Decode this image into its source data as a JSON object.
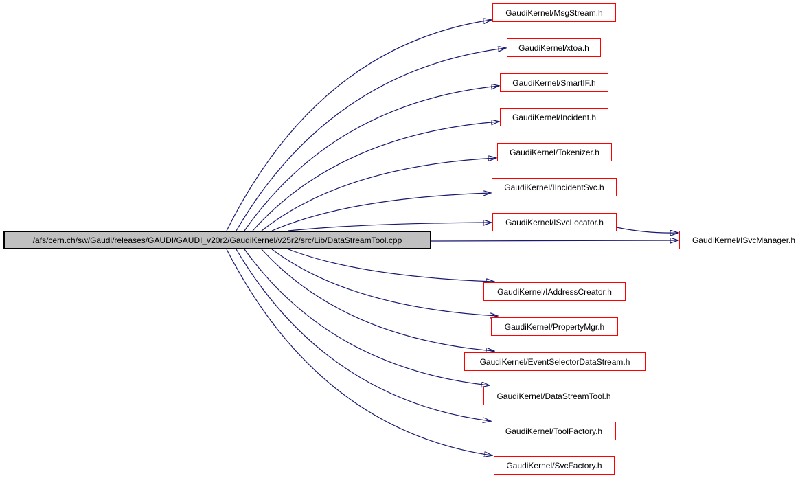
{
  "diagram": {
    "nodes": {
      "main": {
        "label": "/afs/cern.ch/sw/Gaudi/releases/GAUDI/GAUDI_v20r2/GaudiKernel/v25r2/src/Lib/DataStreamTool.cpp"
      },
      "msgstream": {
        "label": "GaudiKernel/MsgStream.h"
      },
      "xtoa": {
        "label": "GaudiKernel/xtoa.h"
      },
      "smartif": {
        "label": "GaudiKernel/SmartIF.h"
      },
      "incident": {
        "label": "GaudiKernel/Incident.h"
      },
      "tokenizer": {
        "label": "GaudiKernel/Tokenizer.h"
      },
      "iincidentsvc": {
        "label": "GaudiKernel/IIncidentSvc.h"
      },
      "isvclocator": {
        "label": "GaudiKernel/ISvcLocator.h"
      },
      "isvcmanager": {
        "label": "GaudiKernel/ISvcManager.h"
      },
      "iaddresscreator": {
        "label": "GaudiKernel/IAddressCreator.h"
      },
      "propertymgr": {
        "label": "GaudiKernel/PropertyMgr.h"
      },
      "eventselector": {
        "label": "GaudiKernel/EventSelectorDataStream.h"
      },
      "datastreamtool": {
        "label": "GaudiKernel/DataStreamTool.h"
      },
      "toolfactory": {
        "label": "GaudiKernel/ToolFactory.h"
      },
      "svcfactory": {
        "label": "GaudiKernel/SvcFactory.h"
      }
    },
    "edges": [
      {
        "from": "main",
        "to": "msgstream"
      },
      {
        "from": "main",
        "to": "xtoa"
      },
      {
        "from": "main",
        "to": "smartif"
      },
      {
        "from": "main",
        "to": "incident"
      },
      {
        "from": "main",
        "to": "tokenizer"
      },
      {
        "from": "main",
        "to": "iincidentsvc"
      },
      {
        "from": "main",
        "to": "isvclocator"
      },
      {
        "from": "main",
        "to": "isvcmanager"
      },
      {
        "from": "main",
        "to": "iaddresscreator"
      },
      {
        "from": "main",
        "to": "propertymgr"
      },
      {
        "from": "main",
        "to": "eventselector"
      },
      {
        "from": "main",
        "to": "datastreamtool"
      },
      {
        "from": "main",
        "to": "toolfactory"
      },
      {
        "from": "main",
        "to": "svcfactory"
      },
      {
        "from": "isvclocator",
        "to": "isvcmanager"
      }
    ],
    "colors": {
      "edge": "#191970",
      "include_node_border": "#ff0000",
      "main_node_border": "#000000",
      "main_node_fill": "#c0c0c0",
      "node_fill": "#ffffff",
      "text": "#000000",
      "background": "#ffffff"
    }
  }
}
